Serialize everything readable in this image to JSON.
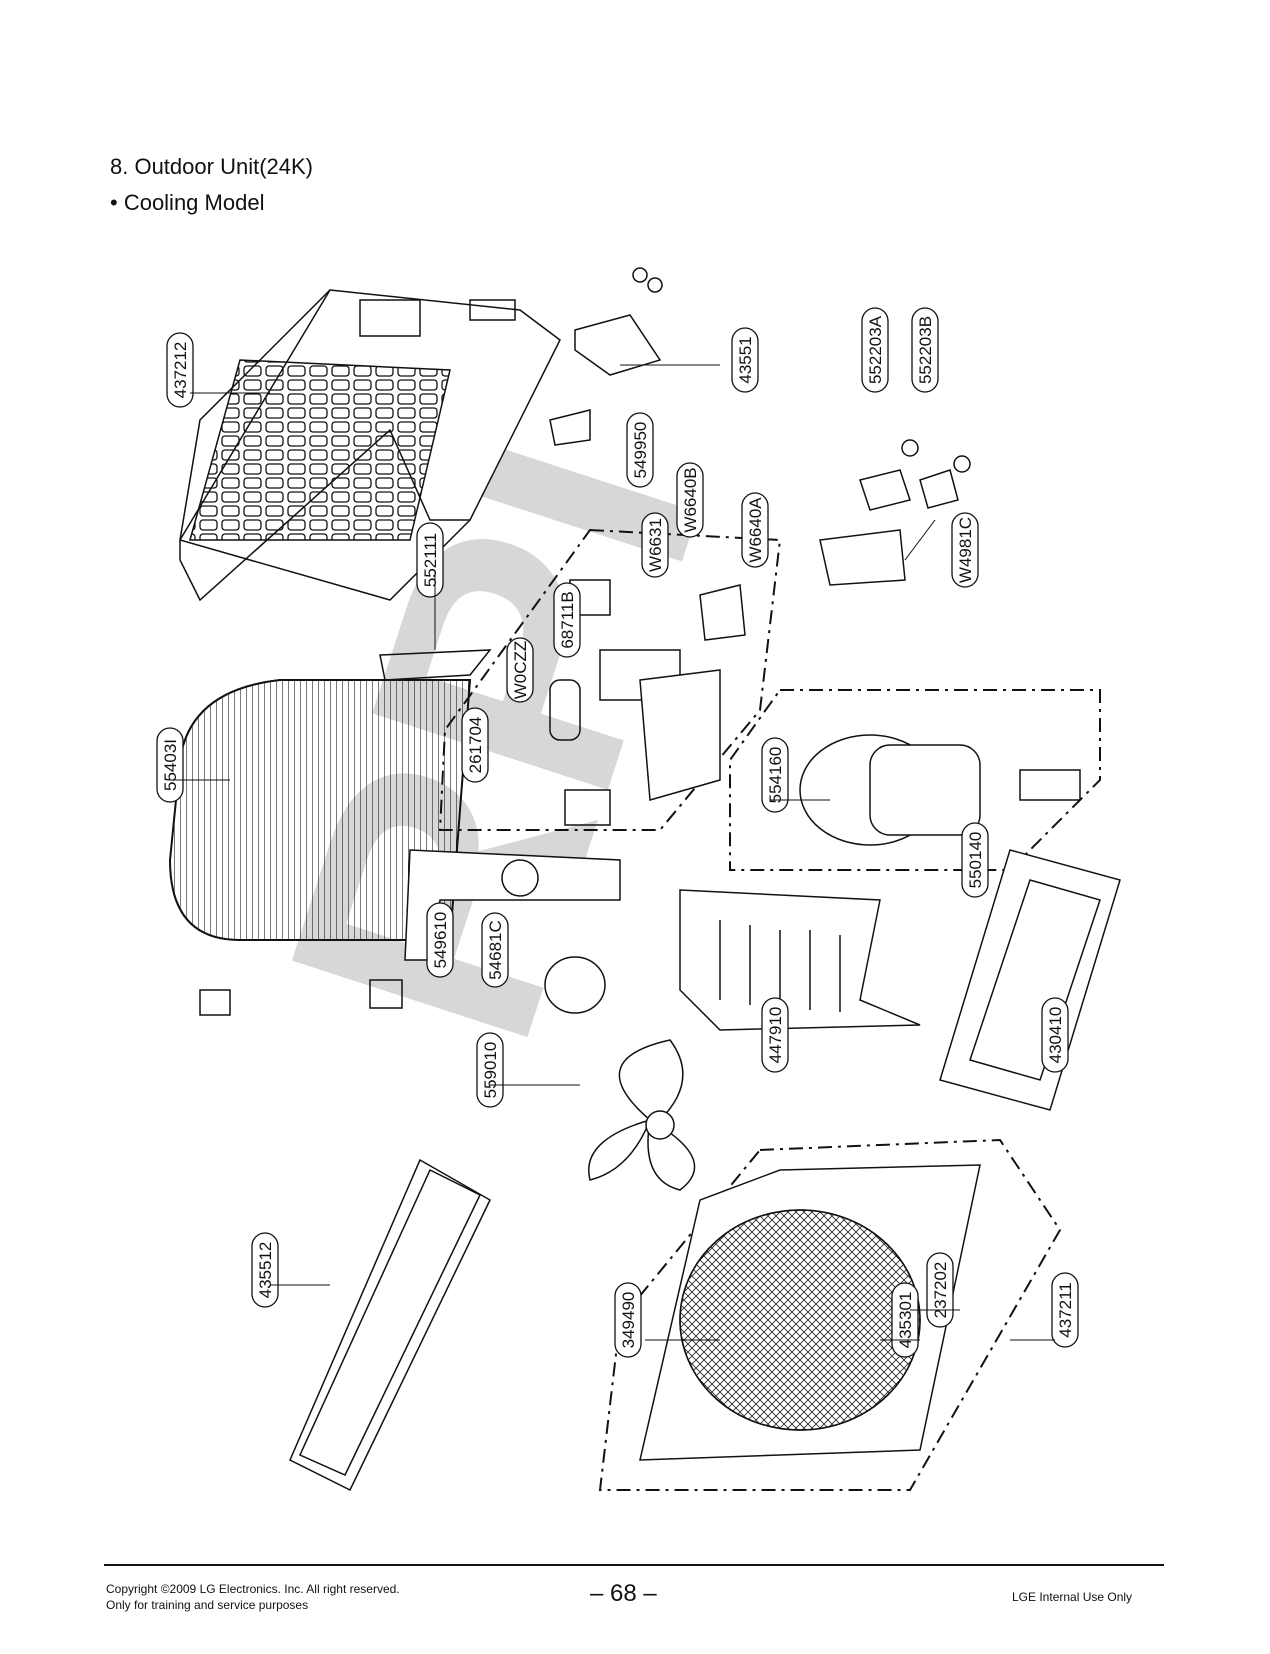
{
  "header": {
    "title": "8. Outdoor Unit(24K)",
    "subtitle": "• Cooling Model"
  },
  "watermark": "RPI",
  "callouts": [
    "437212",
    "43551",
    "552203A",
    "552203B",
    "549950",
    "W6640B",
    "W6640A",
    "W6631",
    "552111",
    "W4981C",
    "68711B",
    "W0CZZ",
    "55403I",
    "261704",
    "554160",
    "550140",
    "549610",
    "54681C",
    "447910",
    "430410",
    "559010",
    "435512",
    "349490",
    "237202",
    "435301",
    "437211"
  ],
  "footer": {
    "copyright": "Copyright ©2009 LG Electronics. Inc. All right reserved.",
    "training_note": "Only for training and service purposes",
    "page_number": "– 68 –",
    "internal_note": "LGE Internal Use Only"
  }
}
